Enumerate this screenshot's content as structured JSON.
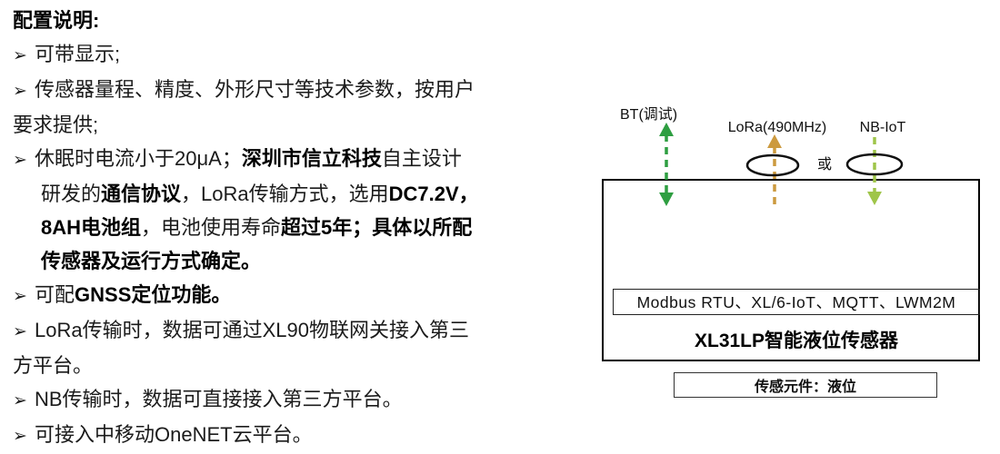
{
  "heading": "配置说明:",
  "bullets": [
    {
      "marker": "➢",
      "hang": false,
      "segments": [
        {
          "text": "可带显示;",
          "bold": false
        }
      ]
    },
    {
      "marker": "➢",
      "hang": false,
      "segments": [
        {
          "text": "传感器量程、精度、外形尺寸等技术参数，按用户\n要求提供;",
          "bold": false
        }
      ]
    },
    {
      "marker": "➢",
      "hang": true,
      "segments": [
        {
          "text": "休眠时电流小于20μA；",
          "bold": false
        },
        {
          "text": "深圳市信立科技",
          "bold": true
        },
        {
          "text": "自主设计\n研发的",
          "bold": false
        },
        {
          "text": "通信协议",
          "bold": true
        },
        {
          "text": "，LoRa传输方式，选用",
          "bold": false
        },
        {
          "text": "DC7.2V，\n8AH电池组",
          "bold": true
        },
        {
          "text": "，电池使用寿命",
          "bold": false
        },
        {
          "text": "超过5年；具体以所配\n传感器及运行方式确定。",
          "bold": true
        }
      ]
    },
    {
      "marker": "➢",
      "hang": false,
      "segments": [
        {
          "text": "可配",
          "bold": false
        },
        {
          "text": "GNSS定位功能。",
          "bold": true
        }
      ]
    },
    {
      "marker": "➢",
      "hang": false,
      "segments": [
        {
          "text": "LoRa传输时，数据可通过XL90物联网关接入第三\n方平台。",
          "bold": false
        }
      ]
    },
    {
      "marker": "➢",
      "hang": false,
      "segments": [
        {
          "text": "NB传输时，数据可直接接入第三方平台。",
          "bold": false
        }
      ]
    },
    {
      "marker": "➢",
      "hang": false,
      "segments": [
        {
          "text": "可接入中移动OneNET云平台。",
          "bold": false
        }
      ]
    }
  ],
  "diagram": {
    "bt_label": "BT(调试)",
    "lora_label": "LoRa(490MHz)",
    "or_label": "或",
    "nb_label": "NB-IoT",
    "protocol_row": "Modbus RTU、XL/6-IoT、MQTT、LWM2M",
    "device_title": "XL31LP智能液位传感器",
    "sensor_element": "传感元件：液位",
    "colors": {
      "bt_arrow": "#2e9e41",
      "lora_arrow": "#cc9a3f",
      "nb_arrow": "#9fc54a",
      "ellipse_stroke": "#111111"
    }
  }
}
